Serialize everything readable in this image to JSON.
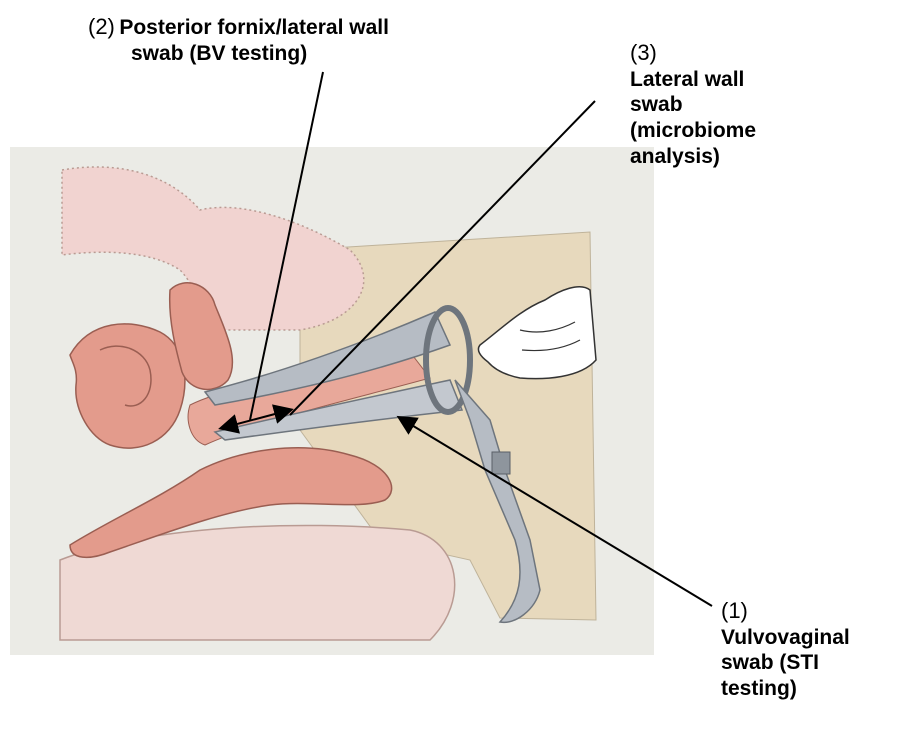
{
  "labels": {
    "swab_2": {
      "number": "(2)",
      "line1": "Posterior fornix/lateral wall",
      "line2": "swab (BV testing)"
    },
    "swab_3": {
      "number": "(3)",
      "lines": [
        "Lateral wall",
        "swab",
        "(microbiome",
        "analysis)"
      ]
    },
    "swab_1": {
      "number": "(1)",
      "lines": [
        "Vulvovaginal",
        "swab (STI",
        "testing)"
      ]
    }
  },
  "colors": {
    "background_panel": "#ebebe6",
    "skin": "#e7d9bd",
    "organ_pink": "#f1d3d0",
    "tissue_red": "#e39b8c",
    "metal": "#b6bcc4",
    "line": "#000000"
  }
}
